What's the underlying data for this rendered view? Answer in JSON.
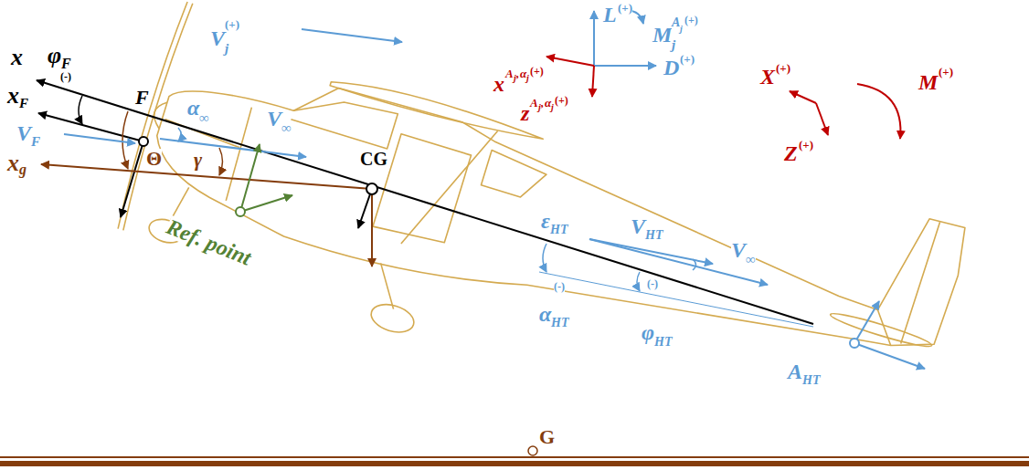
{
  "diagram": {
    "labels": [
      "x",
      "φ",
      "F",
      "(-)",
      "x",
      "F",
      "F",
      "V",
      "F",
      "α",
      "∞",
      "Θ",
      "γ",
      "V",
      "∞",
      "x",
      "g",
      "Ref. point",
      "CG",
      "V",
      "j",
      "(+)",
      "L",
      "(+)",
      "M",
      "j",
      "A",
      "j",
      "(+)",
      "D",
      "(+)",
      "x",
      "A",
      "j",
      ",",
      "α",
      "j",
      "(+)",
      "z",
      "A",
      "j",
      ",",
      "α",
      "j",
      "(+)",
      "X",
      "(+)",
      "Z",
      "(+)",
      "M",
      "(+)",
      "ε",
      "HT",
      "V",
      "HT",
      "V",
      "∞",
      "(-)",
      "α",
      "HT",
      "(-)",
      "φ",
      "HT",
      "A",
      "HT",
      "G"
    ]
  }
}
